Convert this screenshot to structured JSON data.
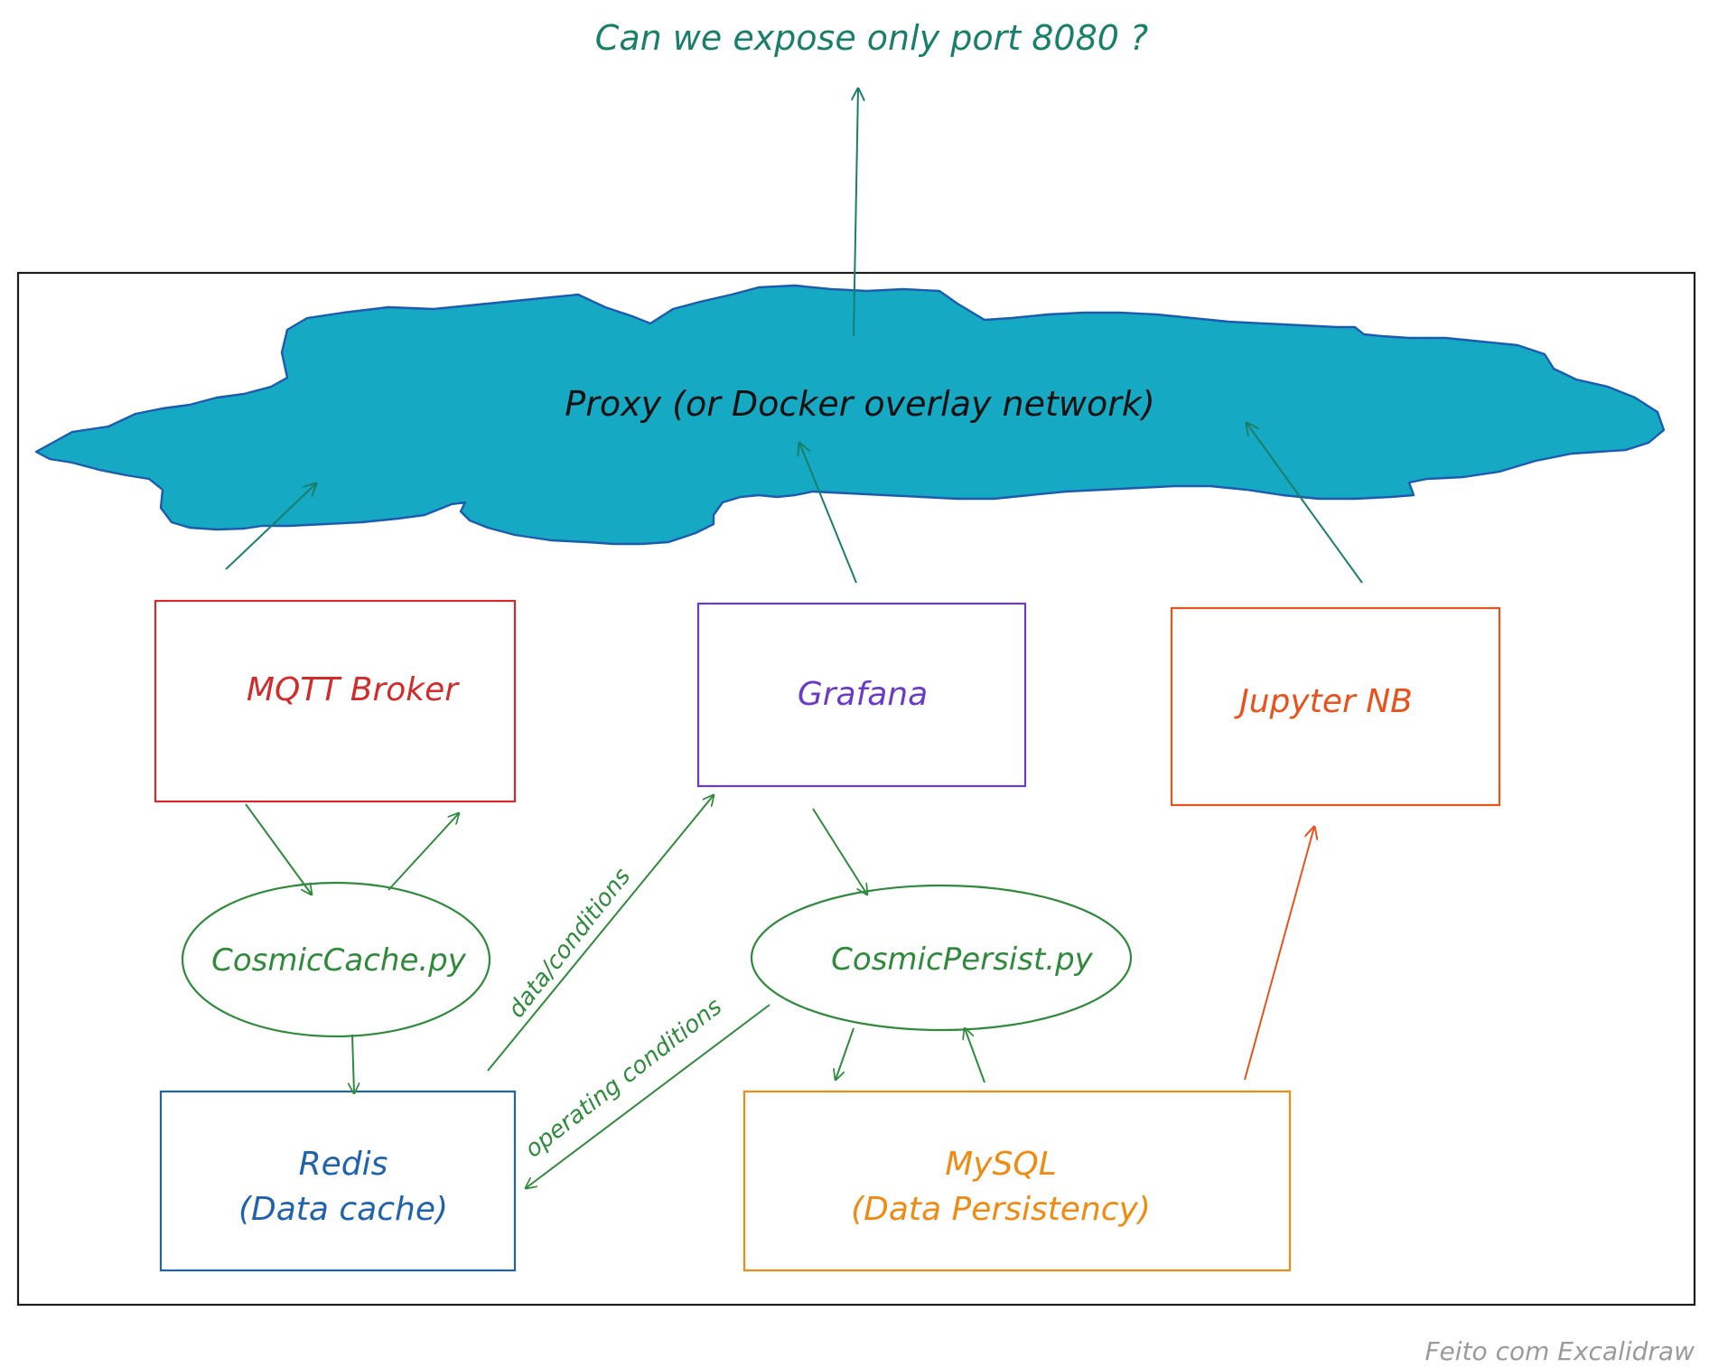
{
  "question": "Can we expose only port 8080 ?",
  "proxy": {
    "label": "Proxy (or Docker overlay network)"
  },
  "nodes": {
    "mqtt": "MQTT Broker",
    "grafana": "Grafana",
    "jupyter": "Jupyter NB",
    "cache_script": "CosmicCache.py",
    "persist_script": "CosmicPersist.py",
    "redis": [
      "Redis",
      "(Data cache)"
    ],
    "mysql": [
      "MySQL",
      "(Data Persistency)"
    ]
  },
  "edges": {
    "redis_to_grafana": "data/conditions",
    "persist_to_redis": "operating conditions"
  },
  "footer": "Feito com Excalidraw",
  "colors": {
    "green": "#2f8a3c",
    "teal": "#1a7f6a",
    "red": "#d12b2b",
    "purple": "#6a3bc8",
    "orange_red": "#e8521c",
    "blue": "#1f62ad",
    "orange": "#ef8a12",
    "cloud_fill": "#16a9c4",
    "cloud_stroke": "#1b5bb0"
  }
}
